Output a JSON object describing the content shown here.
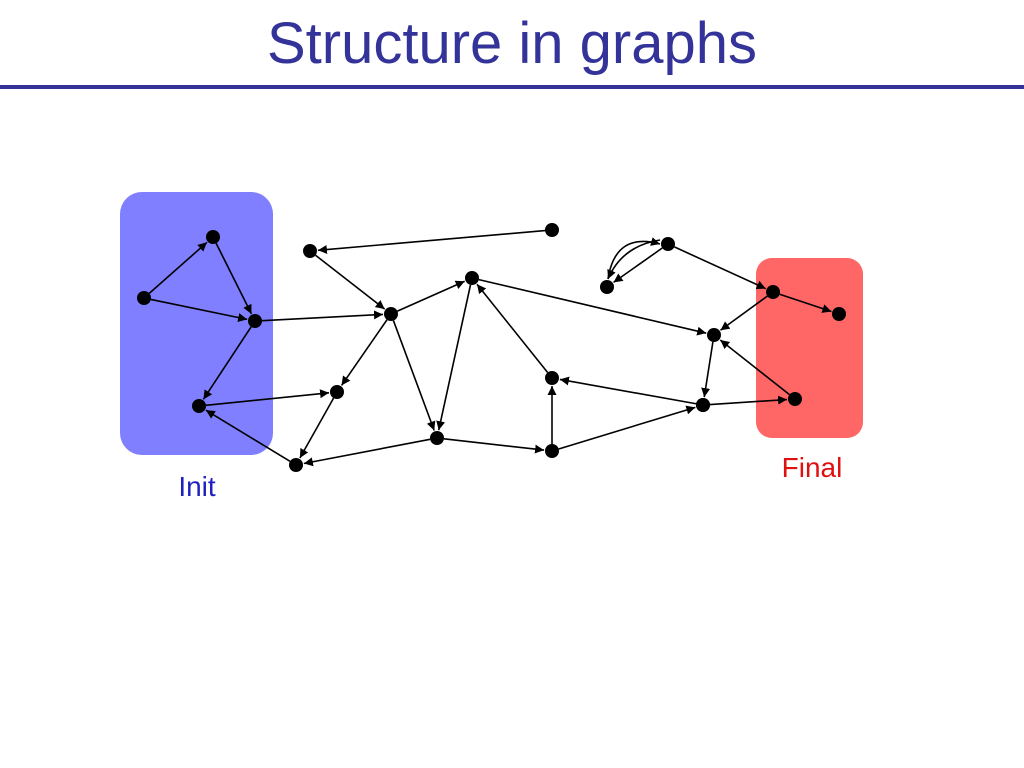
{
  "title": "Structure in graphs",
  "colors": {
    "title": "#333399",
    "init_region": "#7f7fff",
    "init_label": "#2020c0",
    "final_region": "#ff6666",
    "final_label": "#e01010",
    "node": "#000000",
    "edge": "#000000"
  },
  "regions": [
    {
      "id": "init",
      "label": "Init"
    },
    {
      "id": "final",
      "label": "Final"
    }
  ],
  "graph": {
    "nodes": [
      "n1",
      "n2",
      "n3",
      "n4",
      "n5",
      "n6",
      "n7",
      "n8",
      "n9",
      "n10",
      "n11",
      "n12",
      "n13",
      "n14",
      "n15",
      "n16",
      "n17",
      "n18",
      "n19",
      "n20",
      "n21"
    ],
    "edges": [
      {
        "from": "n2",
        "to": "n1"
      },
      {
        "from": "n1",
        "to": "n3"
      },
      {
        "from": "n2",
        "to": "n3"
      },
      {
        "from": "n3",
        "to": "n4"
      },
      {
        "from": "n4",
        "to": "n5"
      },
      {
        "from": "n3",
        "to": "n6"
      },
      {
        "from": "n8",
        "to": "n7"
      },
      {
        "from": "n7",
        "to": "n6"
      },
      {
        "from": "n9",
        "to": "n5"
      },
      {
        "from": "n10",
        "to": "n11"
      },
      {
        "from": "n11",
        "to": "n8"
      },
      {
        "from": "n6",
        "to": "n12"
      },
      {
        "from": "n6",
        "to": "n10"
      },
      {
        "from": "n8",
        "to": "n9"
      },
      {
        "from": "n12",
        "to": "n9"
      },
      {
        "from": "n12",
        "to": "n13"
      },
      {
        "from": "n14",
        "to": "n12"
      },
      {
        "from": "n12",
        "to": "n18"
      },
      {
        "from": "n9",
        "to": "n15"
      },
      {
        "from": "n15",
        "to": "n14"
      },
      {
        "from": "n15",
        "to": "n19"
      },
      {
        "from": "n19",
        "to": "n14"
      },
      {
        "from": "n19",
        "to": "n18"
      },
      {
        "from": "n18",
        "to": "n20"
      },
      {
        "from": "n21",
        "to": "n18"
      },
      {
        "from": "n17",
        "to": "n16"
      },
      {
        "from": "n17",
        "to": "n20",
        "curved": false
      },
      {
        "from": "n20",
        "to": "n21"
      },
      {
        "from": "n16",
        "to": "n17",
        "curved": true
      }
    ]
  }
}
